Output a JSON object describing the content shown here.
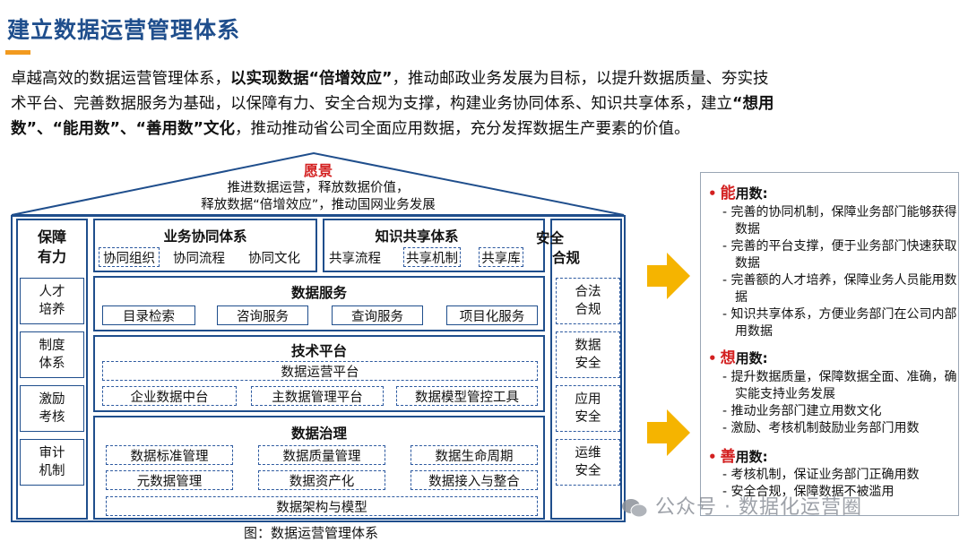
{
  "title": "建立数据运营管理体系",
  "intro": {
    "l1a": "卓越高效的数据运营管理体系，",
    "l1b": "以实现数据“倍增效应”",
    "l1c": "，推动邮政业务发展为目标，以提升数据质量、夯实技",
    "l2a": "术平台、完善数据服务为基础，以保障有力、安全合规为支撑，构建业务协同体系、知识共享体系，建立",
    "l2b": "“想用",
    "l3a": "数”、“能用数”、“善用数”文化",
    "l3b": "，推动推动省公司全面应用数据，充分发挥数据生产要素的价值。"
  },
  "roof": {
    "title": "愿景",
    "line1": "推进数据运营，释放数据价值，",
    "line2": "释放数据“倍增效应”，推动国网业务发展"
  },
  "left": {
    "title": "保障\n有力",
    "items": [
      "人才\n培养",
      "制度\n体系",
      "激励\n考核",
      "审计\n机制"
    ]
  },
  "collab": {
    "title": "业务协同体系",
    "items": [
      "协同组织",
      "协同流程",
      "协同文化"
    ]
  },
  "knowledge": {
    "title": "知识共享体系",
    "items": [
      "共享流程",
      "共享机制",
      "共享库"
    ]
  },
  "services": {
    "title": "数据服务",
    "items": [
      "目录检索",
      "咨询服务",
      "查询服务",
      "项目化服务"
    ]
  },
  "tech": {
    "title": "技术平台",
    "top": "数据运营平台",
    "items": [
      "企业数据中台",
      "主数据管理平台",
      "数据模型管控工具"
    ]
  },
  "governance": {
    "title": "数据治理",
    "row1": [
      "数据标准管理",
      "数据质量管理",
      "数据生命周期"
    ],
    "row2": [
      "元数据管理",
      "数据资产化",
      "数据接入与整合"
    ],
    "bottom": "数据架构与模型"
  },
  "right": {
    "title_a": "安全",
    "title_b": "合规",
    "items": [
      "合法\n合规",
      "数据\n安全",
      "应用\n安全",
      "运维\n安全"
    ]
  },
  "panel": {
    "s1": {
      "key": "能",
      "rest": "用数:"
    },
    "s1_items": [
      "- 完善的协同机制，保障业务部门能够获得数据",
      "- 完善的平台支撑，便于业务部门快速获取数据",
      "- 完善额的人才培养，保障业务人员能用数据",
      "- 知识共享体系，方便业务部门在公司内部用数据"
    ],
    "s2": {
      "key": "想",
      "rest": "用数:"
    },
    "s2_items": [
      "- 提升数据质量，保障数据全面、准确，确实能支持业务发展",
      "- 推动业务部门建立用数文化",
      "- 激励、考核机制鼓励业务部门用数"
    ],
    "s3": {
      "key": "善",
      "rest": "用数:"
    },
    "s3_items": [
      "- 考核机制，保证业务部门正确用数",
      "- 安全合规，保障数据不被滥用"
    ],
    "bullet": "•"
  },
  "caption": "图：数据运营管理体系",
  "watermark": "公众号 · 数据化运营圈",
  "colors": {
    "primary": "#1f4e8c",
    "accent": "#f29a1f",
    "highlight": "#d32020",
    "arrow": "#f5b400"
  }
}
